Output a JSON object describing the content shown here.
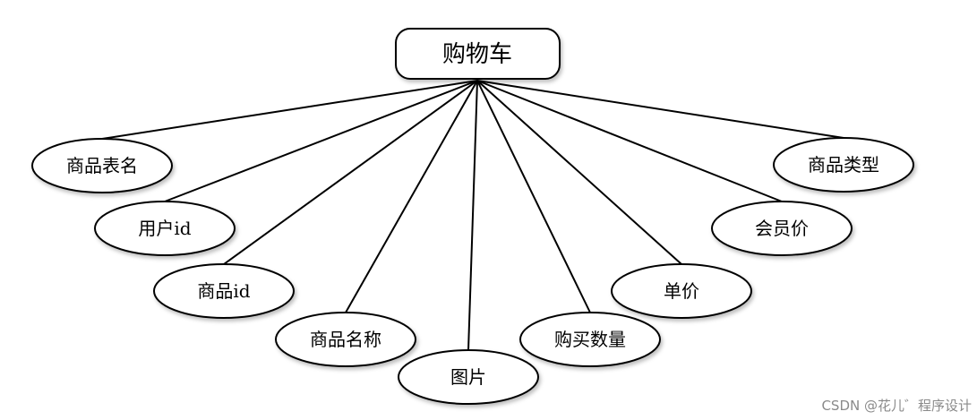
{
  "entity": {
    "label": "购物车"
  },
  "attributes": [
    {
      "id": "table-name",
      "label": "商品表名"
    },
    {
      "id": "user-id",
      "label": "用户id"
    },
    {
      "id": "product-id",
      "label": "商品id"
    },
    {
      "id": "product-name",
      "label": "商品名称"
    },
    {
      "id": "image",
      "label": "图片"
    },
    {
      "id": "quantity",
      "label": "购买数量"
    },
    {
      "id": "unit-price",
      "label": "单价"
    },
    {
      "id": "member-price",
      "label": "会员价"
    },
    {
      "id": "product-type",
      "label": "商品类型"
    }
  ],
  "watermark": "CSDN @花儿゛程序设计"
}
